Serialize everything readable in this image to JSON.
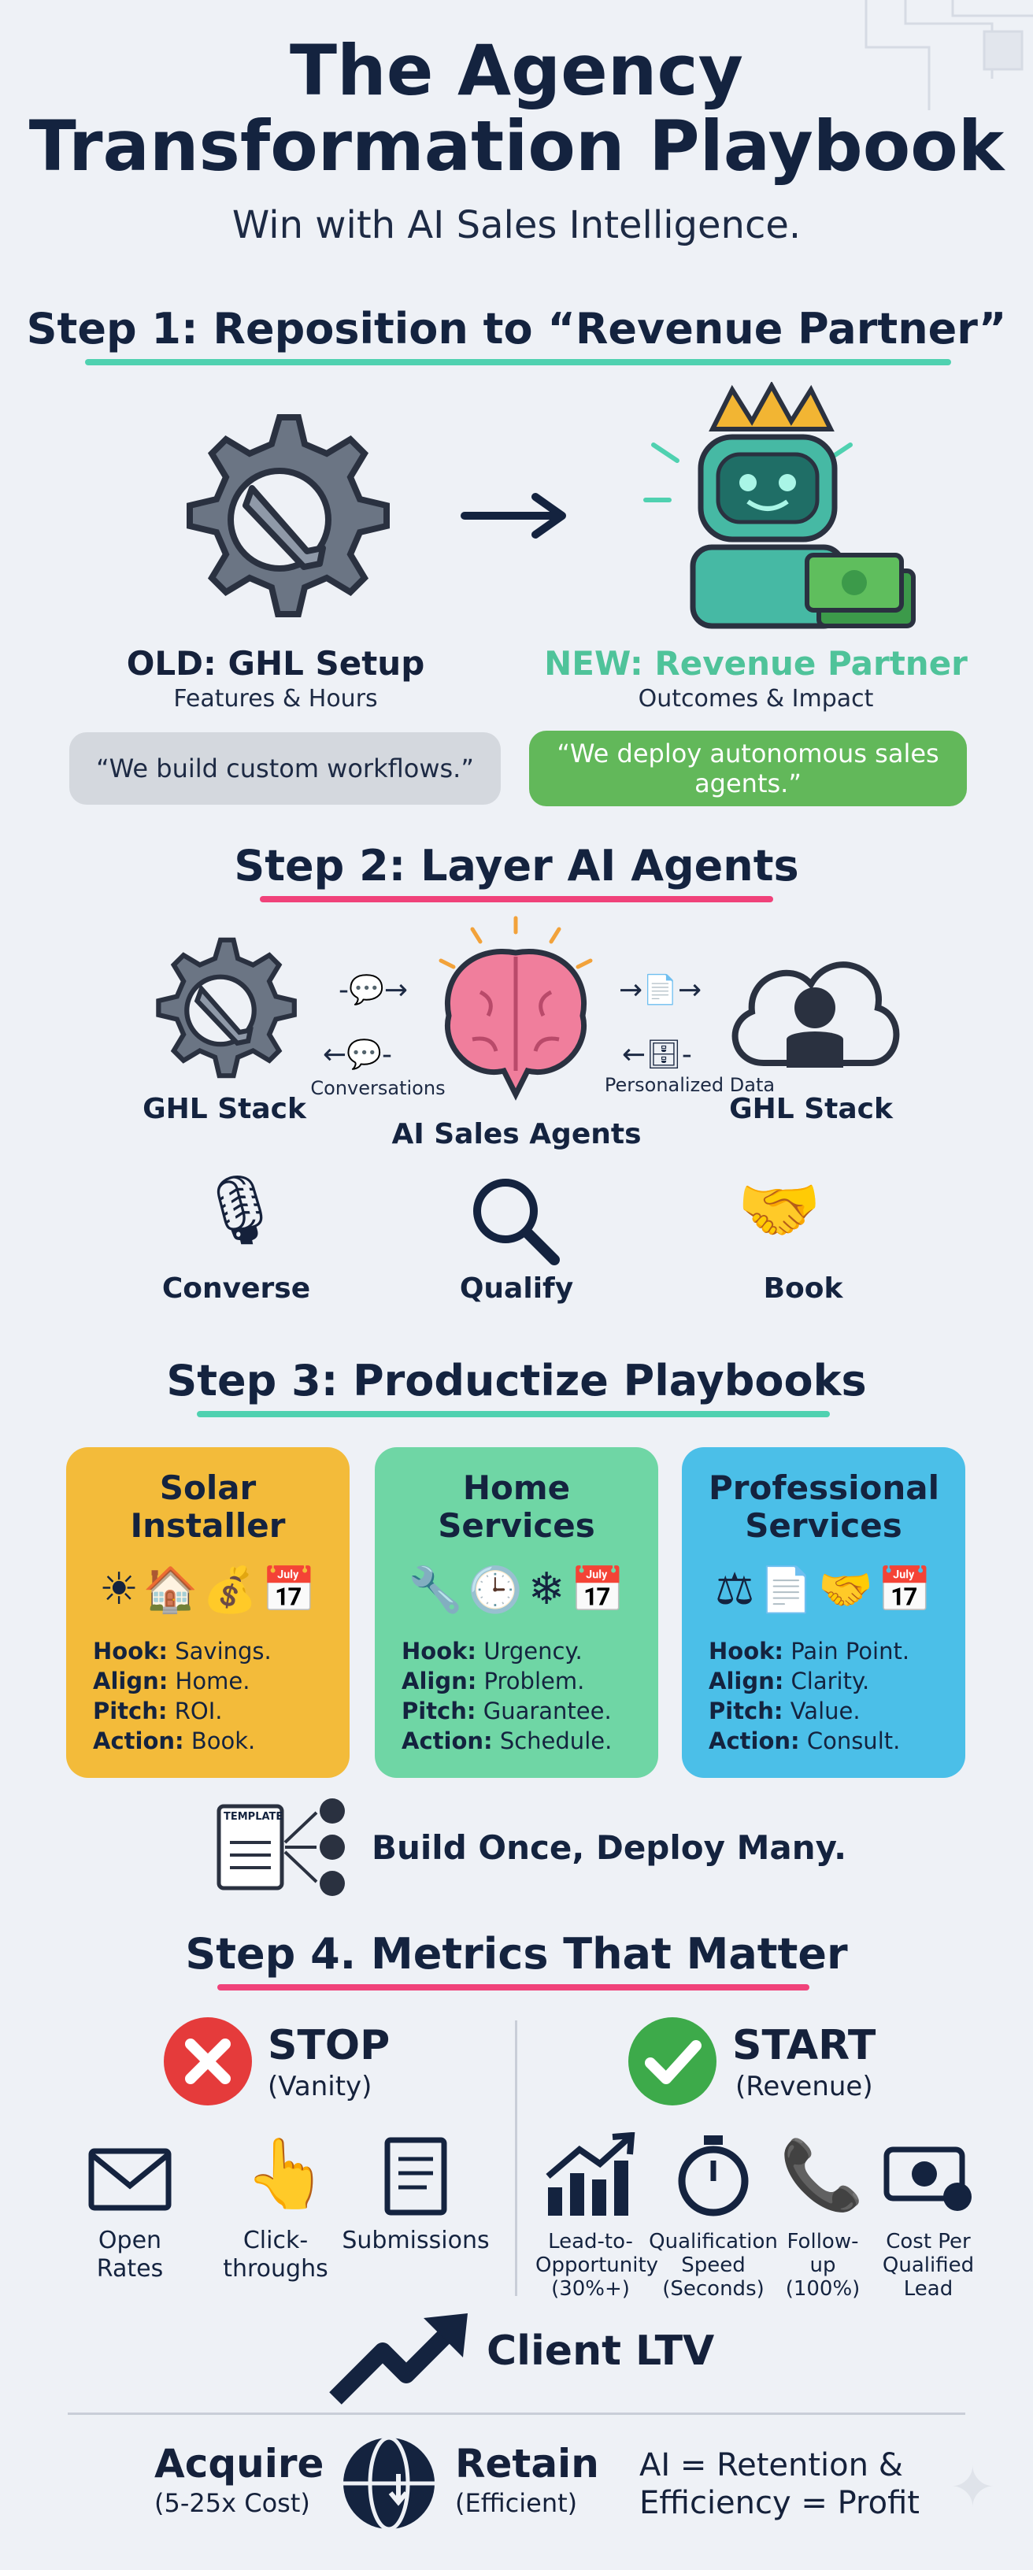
{
  "header": {
    "title_line1": "The Agency",
    "title_line2": "Transformation Playbook",
    "subtitle": "Win with AI Sales Intelligence."
  },
  "step1": {
    "title": "Step 1: Reposition to “Revenue Partner”",
    "old_label": "OLD: GHL Setup",
    "old_sub": "Features & Hours",
    "new_label": "NEW: Revenue Partner",
    "new_sub": "Outcomes & Impact",
    "old_quote": "“We build custom workflows.”",
    "new_quote": "“We deploy autonomous sales agents.”"
  },
  "step2": {
    "title": "Step 2: Layer AI Agents",
    "left_stack": "GHL Stack",
    "right_stack": "GHL Stack",
    "center": "AI Sales Agents",
    "conversations": "Conversations",
    "personalized_data": "Personalized Data",
    "actions": [
      "Converse",
      "Qualify",
      "Book"
    ]
  },
  "step3": {
    "title": "Step 3: Productize Playbooks",
    "cards": [
      {
        "title": "Solar Installer",
        "hook": "Savings.",
        "align": "Home.",
        "pitch": "ROI.",
        "action": "Book.",
        "color": "#f3bb3a"
      },
      {
        "title": "Home Services",
        "hook": "Urgency.",
        "align": "Problem.",
        "pitch": "Guarantee.",
        "action": "Schedule.",
        "color": "#6fd6a5"
      },
      {
        "title": "Professional Services",
        "hook": "Pain Point.",
        "align": "Clarity.",
        "pitch": "Value.",
        "action": "Consult.",
        "color": "#4bbfe8"
      }
    ],
    "keys": {
      "hook": "Hook:",
      "align": "Align:",
      "pitch": "Pitch:",
      "action": "Action:"
    },
    "template_label": "TEMPLATE",
    "build_text": "Build Once, Deploy Many."
  },
  "step4": {
    "title": "Step 4. Metrics That Matter",
    "stop": "STOP",
    "stop_sub": "(Vanity)",
    "start": "START",
    "start_sub": "(Revenue)",
    "vanity": [
      "Open Rates",
      "Click-throughs",
      "Submissions"
    ],
    "revenue": [
      {
        "l1": "Lead-to-",
        "l2": "Opportunity",
        "l3": "(30%+)"
      },
      {
        "l1": "Qualification",
        "l2": "Speed",
        "l3": "(Seconds)"
      },
      {
        "l1": "Follow-",
        "l2": "up",
        "l3": "(100%)"
      },
      {
        "l1": "Cost Per",
        "l2": "Qualified",
        "l3": "Lead"
      }
    ],
    "ltv": "Client LTV"
  },
  "footer": {
    "acquire": "Acquire",
    "acquire_sub": "(5-25x Cost)",
    "retain": "Retain",
    "retain_sub": "(Efficient)",
    "eq1": "AI = Retention &",
    "eq2": "Efficiency = Profit"
  },
  "colors": {
    "teal": "#4fd1b0",
    "pink": "#f0427a",
    "green": "#62b85a",
    "red": "#e53b3b",
    "navy": "#14233f"
  }
}
